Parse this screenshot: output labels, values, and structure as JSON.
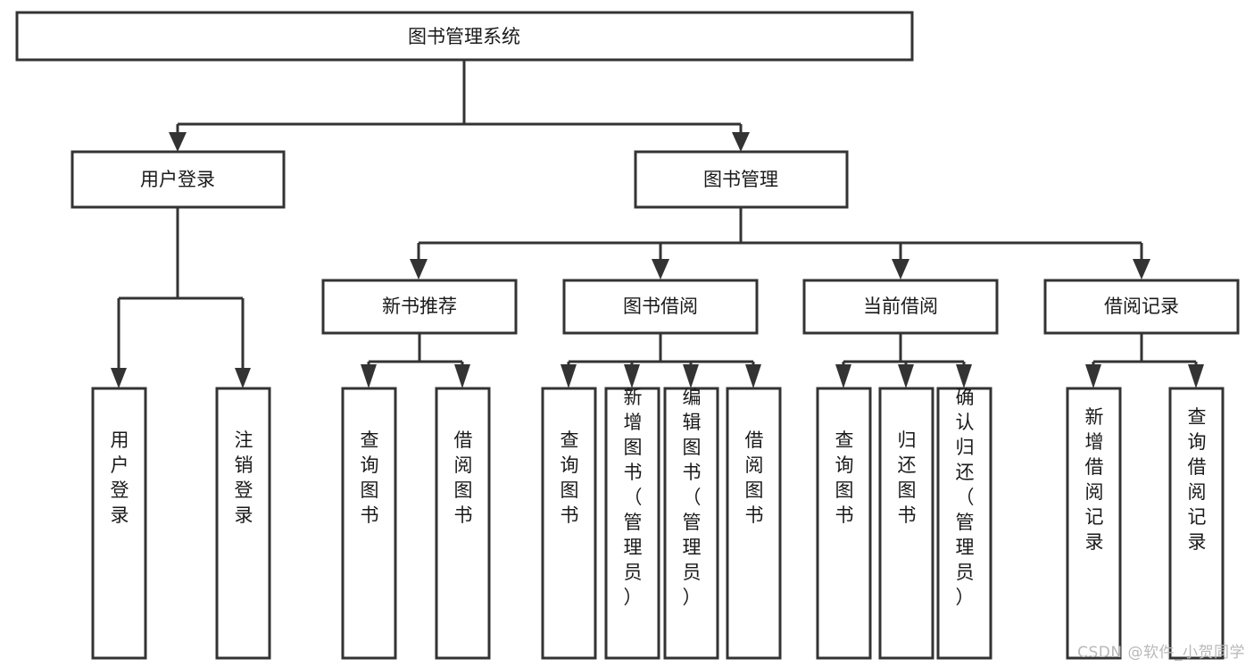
{
  "diagram": {
    "type": "tree",
    "title": "图书管理系统",
    "orientation": "top-down",
    "colors": {
      "box_stroke": "#333333",
      "box_fill": "#ffffff",
      "text": "#1a1a1a",
      "background": "#ffffff",
      "watermark": "#b8b8b8"
    },
    "root": {
      "label": "图书管理系统"
    },
    "level2": [
      {
        "label": "用户登录"
      },
      {
        "label": "图书管理"
      }
    ],
    "level3": [
      {
        "label": "新书推荐"
      },
      {
        "label": "图书借阅"
      },
      {
        "label": "当前借阅"
      },
      {
        "label": "借阅记录"
      }
    ],
    "leaves": {
      "user_login": [
        "用户登录",
        "注销登录"
      ],
      "new_book_recommend": [
        "查询图书",
        "借阅图书"
      ],
      "book_borrow": [
        "查询图书",
        "新增图书（管理员）",
        "编辑图书（管理员）",
        "借阅图书"
      ],
      "current_borrow": [
        "查询图书",
        "归还图书",
        "确认归还（管理员）"
      ],
      "borrow_record": [
        "新增借阅记录",
        "查询借阅记录"
      ]
    },
    "watermark": "CSDN @软件_小贺同学"
  }
}
